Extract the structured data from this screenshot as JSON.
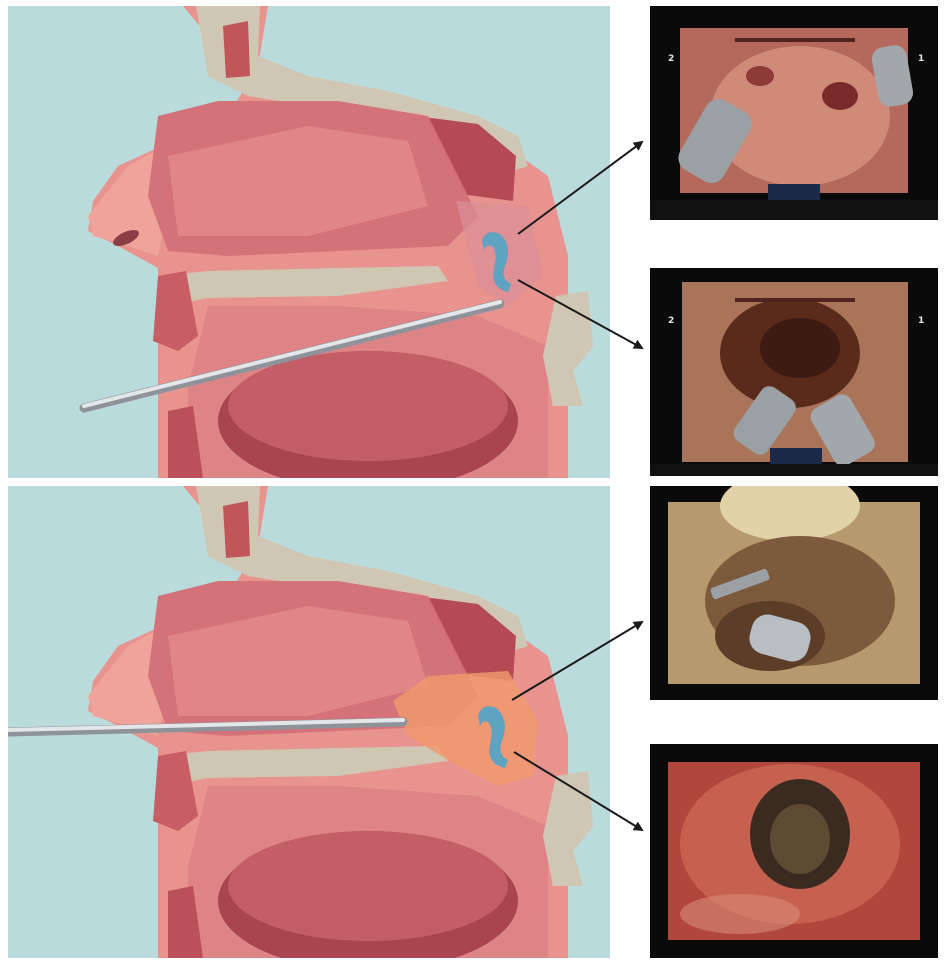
{
  "colors": {
    "background_teal": "#b9dbdc",
    "tissue_pink": "#e9938f",
    "tissue_dark": "#b8575c",
    "bone": "#cfc6b4",
    "target_region_top": "#d98f97",
    "target_region_bottom": "#f09a6c",
    "lesion_blue": "#5fa3c2",
    "instrument_silver": "#c9cdd2",
    "frame_black": "#0a0a0a",
    "arrow": "#1a1a1a"
  },
  "icons": {
    "instrument": "rigid-endoscope-rod-icon",
    "lesion": "curved-lesion-icon",
    "arrow": "arrow-icon"
  },
  "frames": {
    "frame1": {
      "left_arm_number": "2",
      "right_arm_number": "1"
    },
    "frame2": {
      "left_arm_number": "2",
      "right_arm_number": "1"
    }
  }
}
